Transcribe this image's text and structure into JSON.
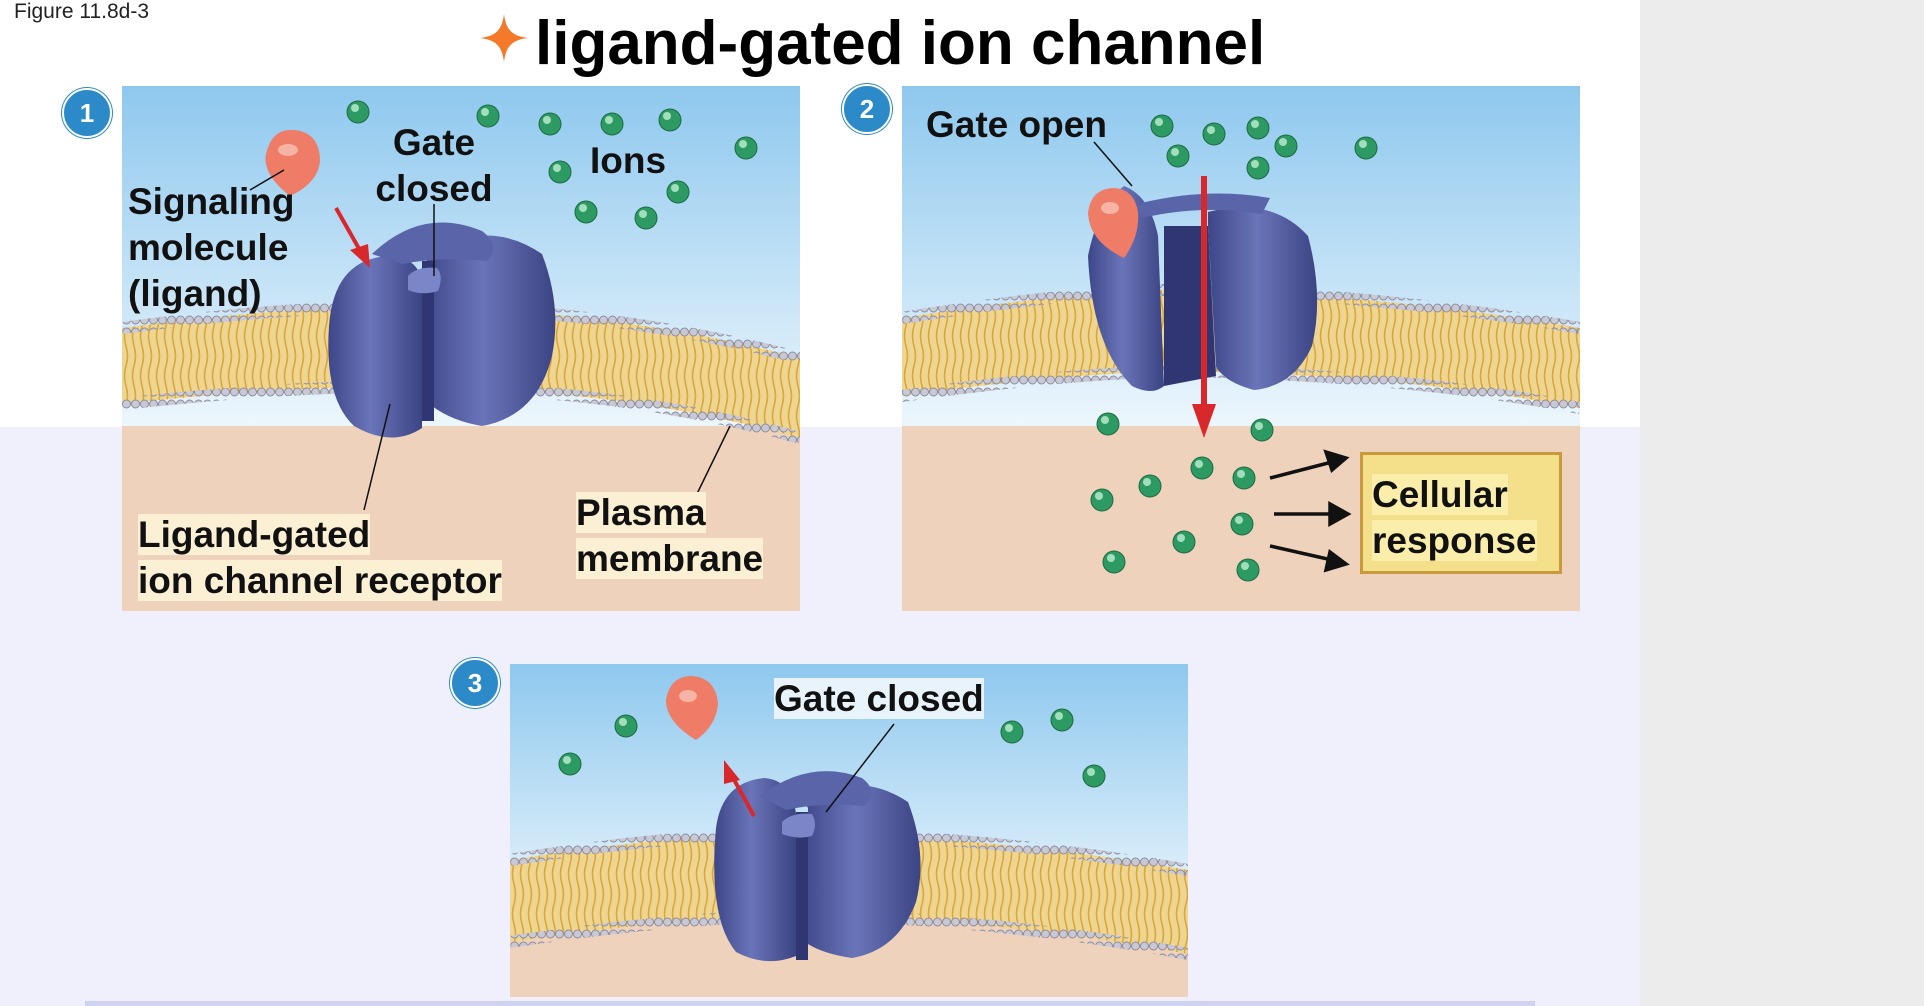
{
  "figure_label": "Figure 11.8d-3",
  "title": "ligand-gated ion channel",
  "steps": [
    {
      "number": "1",
      "labels": {
        "signaling": [
          "Signaling",
          "molecule",
          "(ligand)"
        ],
        "gate": [
          "Gate",
          "closed"
        ],
        "ions": "Ions",
        "receptor": [
          "Ligand-gated",
          "ion channel receptor"
        ],
        "membrane": [
          "Plasma",
          "membrane"
        ]
      }
    },
    {
      "number": "2",
      "labels": {
        "gate": "Gate open",
        "response": [
          "Cellular",
          "response"
        ]
      }
    },
    {
      "number": "3",
      "labels": {
        "gate": "Gate closed"
      }
    }
  ],
  "colors": {
    "sky_top": "#8ec8ee",
    "sky_bottom": "#eaf5fc",
    "cytoplasm": "#efd2bc",
    "membrane_head": "#b9b9c7",
    "membrane_tail": "#e3b548",
    "channel": "#4a5497",
    "channel_light": "#7b86c8",
    "ligand": "#ee7c66",
    "ion": "#2e9a63",
    "arrow_red": "#d9282c",
    "badge": "#2c8ac8",
    "accent": "#f47a2a"
  },
  "icons": [
    "star-sparkle-icon",
    "signaling-molecule-icon",
    "ion-icon",
    "arrow-icon"
  ]
}
